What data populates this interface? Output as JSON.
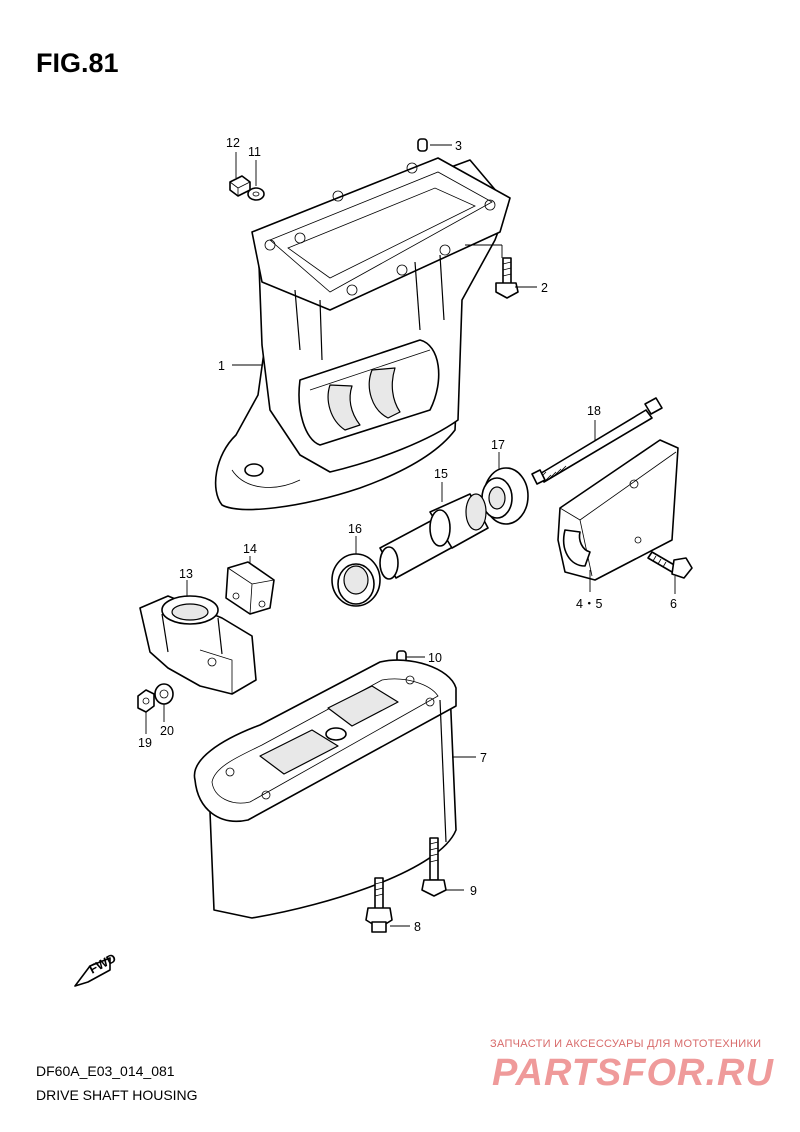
{
  "figure": {
    "title": "FIG.81",
    "code": "DF60A_E03_014_081",
    "caption": "DRIVE SHAFT HOUSING"
  },
  "parts": [
    {
      "id": "1",
      "label": "1"
    },
    {
      "id": "2",
      "label": "2"
    },
    {
      "id": "3",
      "label": "3"
    },
    {
      "id": "4-5",
      "label": "4・5"
    },
    {
      "id": "6",
      "label": "6"
    },
    {
      "id": "7",
      "label": "7"
    },
    {
      "id": "8",
      "label": "8"
    },
    {
      "id": "9",
      "label": "9"
    },
    {
      "id": "10",
      "label": "10"
    },
    {
      "id": "11",
      "label": "11"
    },
    {
      "id": "12",
      "label": "12"
    },
    {
      "id": "13",
      "label": "13"
    },
    {
      "id": "14",
      "label": "14"
    },
    {
      "id": "15",
      "label": "15"
    },
    {
      "id": "16",
      "label": "16"
    },
    {
      "id": "17",
      "label": "17"
    },
    {
      "id": "18",
      "label": "18"
    },
    {
      "id": "19",
      "label": "19"
    },
    {
      "id": "20",
      "label": "20"
    }
  ],
  "direction_arrow": {
    "text": "FWD",
    "icon": "fwd-arrow-icon"
  },
  "watermark": {
    "tagline": "ЗАПЧАСТИ И АКСЕССУАРЫ ДЛЯ МОТОТЕХНИКИ",
    "logo": "PARTSFOR.RU",
    "color": "#ef9a9a"
  }
}
